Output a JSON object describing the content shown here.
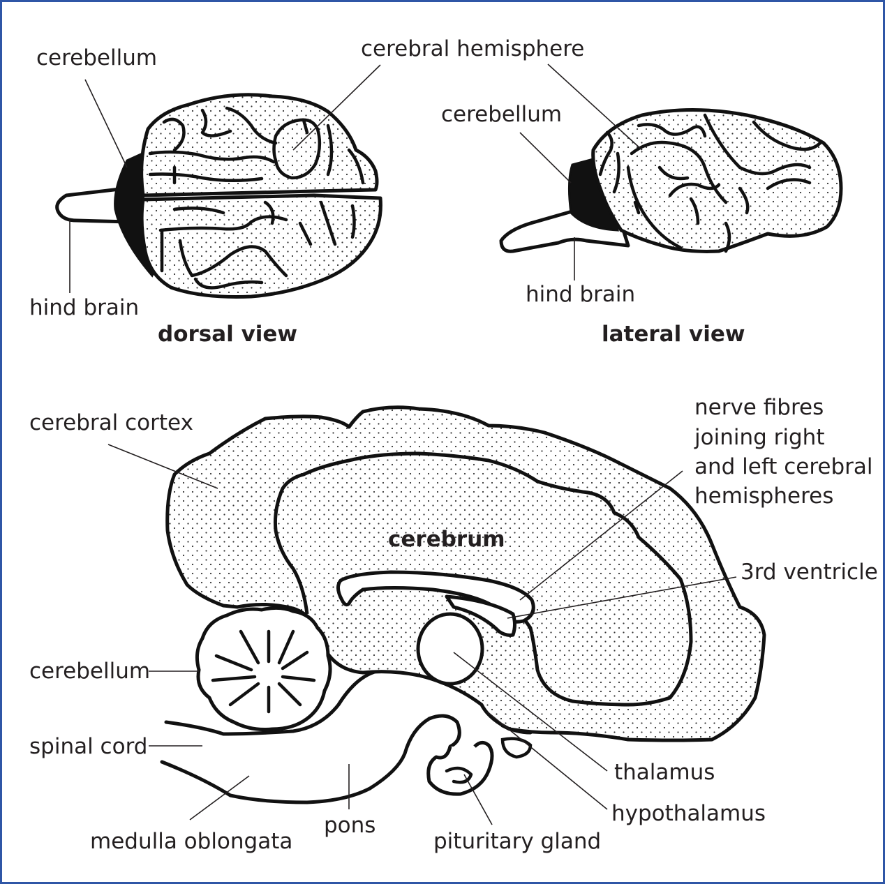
{
  "border_color": "#2f56a6",
  "dorsal": {
    "title": "dorsal view",
    "labels": {
      "cerebellum": "cerebellum",
      "hind_brain": "hind brain",
      "cerebral_hemisphere": "cerebral hemisphere"
    }
  },
  "lateral": {
    "title": "lateral view",
    "labels": {
      "cerebellum": "cerebellum",
      "hind_brain": "hind brain"
    }
  },
  "section": {
    "center_label": "cerebrum",
    "labels": {
      "cerebral_cortex": "cerebral cortex",
      "nerve_fibres": [
        "nerve fibres",
        "joining right",
        "and left cerebral",
        "hemispheres"
      ],
      "third_ventricle": "3rd ventricle",
      "cerebellum": "cerebellum",
      "spinal_cord": "spinal cord",
      "thalamus": "thalamus",
      "hypothalamus": "hypothalamus",
      "medulla_oblongata": "medulla oblongata",
      "pons": "pons",
      "pituitary_gland": "pituritary gland"
    }
  }
}
